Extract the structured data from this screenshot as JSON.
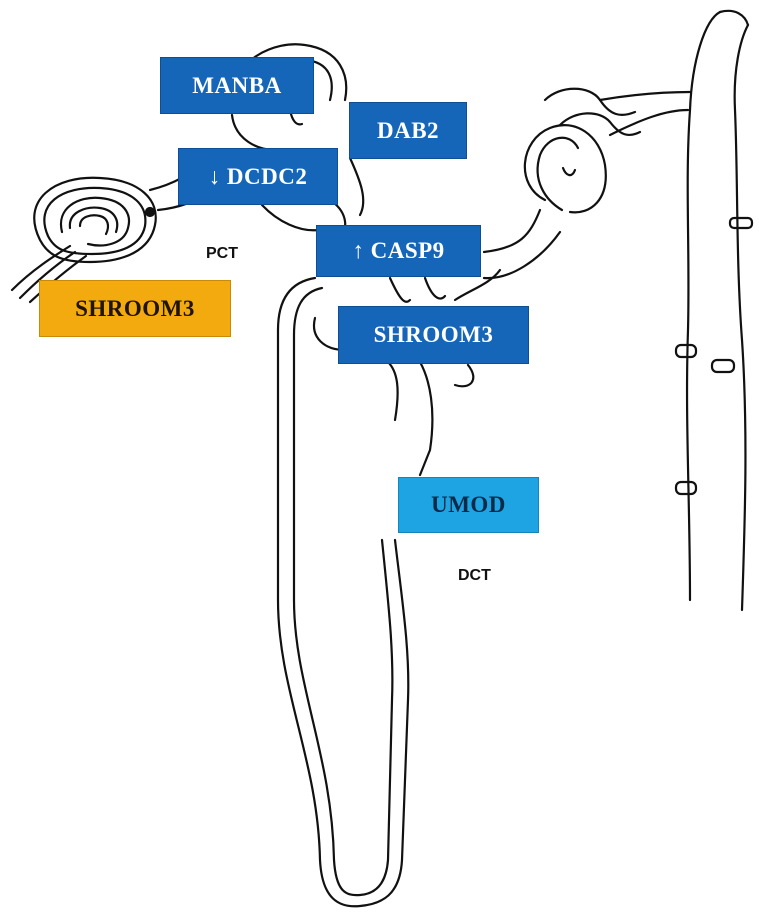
{
  "boxes": {
    "manba": "MANBA",
    "dab2": "DAB2",
    "dcdc2": "↓ DCDC2",
    "casp9": "↑ CASP9",
    "shroom3_glomerulus": "SHROOM3",
    "shroom3_loop": "SHROOM3",
    "umod": "UMOD"
  },
  "labels": {
    "pct": "PCT",
    "dct": "DCT"
  },
  "colors": {
    "blue_box": "#1565b8",
    "light_blue_box": "#1ea4e2",
    "orange_box": "#f2aa0f",
    "line": "#111111"
  }
}
